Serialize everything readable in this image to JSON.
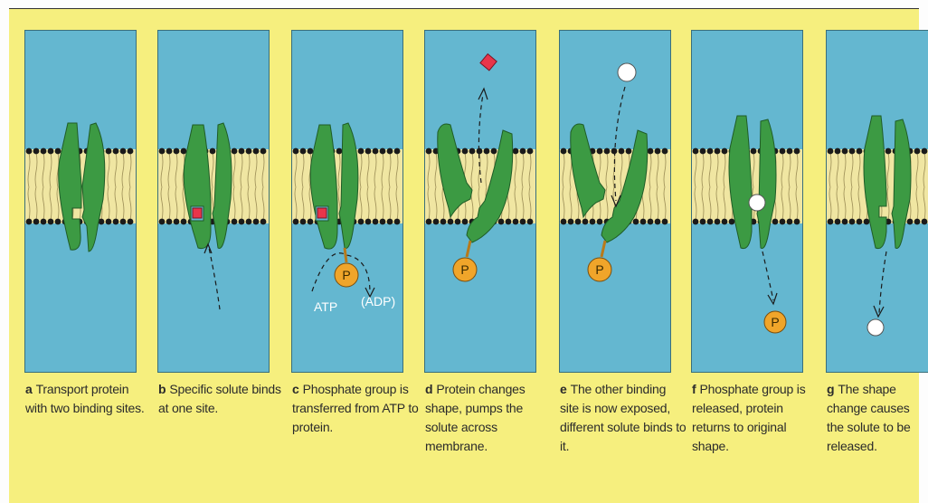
{
  "panels": [
    {
      "letter": "a",
      "text": "Transport protein with two binding sites."
    },
    {
      "letter": "b",
      "text": "Specific solute binds at one site."
    },
    {
      "letter": "c",
      "text": "Phosphate group is transferred from ATP to protein."
    },
    {
      "letter": "d",
      "text": "Protein changes shape, pumps the solute across membrane."
    },
    {
      "letter": "e",
      "text": "The other binding site is now exposed, different solute binds to it."
    },
    {
      "letter": "f",
      "text": "Phosphate group is released, protein returns to original shape."
    },
    {
      "letter": "g",
      "text": "The shape change causes the solute to be released."
    }
  ],
  "labels": {
    "phosphate": "P",
    "atp": "ATP",
    "adp": "(ADP)"
  },
  "colors": {
    "background": "#f6ef7e",
    "water": "#64b7d0",
    "membrane": "#f0e6a2",
    "lipid_head": "#1a1a1a",
    "protein": "#3c9a43",
    "solute_square": "#e8354a",
    "solute_circle": "#ffffff",
    "phosphate": "#f0a52a"
  }
}
